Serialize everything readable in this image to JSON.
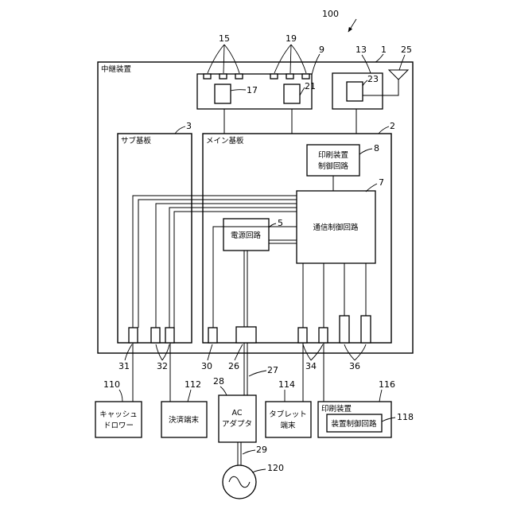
{
  "labels": {
    "relay_device": "中継装置",
    "sub_board": "サブ基板",
    "main_board": "メイン基板",
    "print_ctrl_1": "印刷装置",
    "print_ctrl_2": "制御回路",
    "comm_ctrl": "通信制御回路",
    "power": "電源回路",
    "cash_1": "キャッシュ",
    "cash_2": "ドロワー",
    "payment": "決済端末",
    "ac_1": "AC",
    "ac_2": "アダプタ",
    "tablet_1": "タブレット",
    "tablet_2": "端末",
    "printer": "印刷装置",
    "dev_ctrl": "装置制御回路"
  },
  "refs": {
    "r100": "100",
    "r1": "1",
    "r2": "2",
    "r3": "3",
    "r5": "5",
    "r7": "7",
    "r8": "8",
    "r9": "9",
    "r13": "13",
    "r15": "15",
    "r17": "17",
    "r19": "19",
    "r21": "21",
    "r23": "23",
    "r25": "25",
    "r26": "26",
    "r27": "27",
    "r28": "28",
    "r29": "29",
    "r30": "30",
    "r31": "31",
    "r32": "32",
    "r34": "34",
    "r36": "36",
    "r110": "110",
    "r112": "112",
    "r114": "114",
    "r116": "116",
    "r118": "118",
    "r120": "120"
  }
}
